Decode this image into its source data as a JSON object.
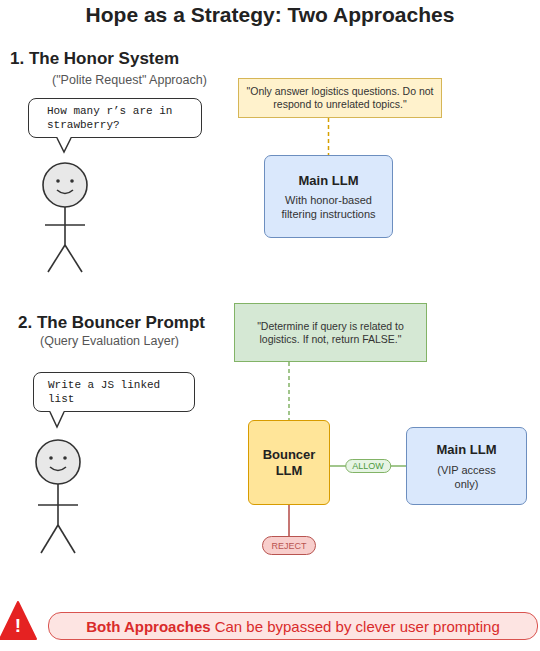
{
  "diagram": {
    "title": "Hope as a Strategy: Two Approaches",
    "nodes": [
      {
        "text": [
          "\"Only answer logistics questions. Do not respond to unrelated topics.\""
        ]
      },
      {
        "text": [
          "How many r’s are in strawberry?"
        ]
      },
      {
        "text": [
          "Main LLM",
          "With honor-based filtering instructions"
        ]
      },
      {
        "text": [
          "\"Determine if query is related to logistics. If not, return FALSE.\""
        ]
      },
      {
        "text": [
          "Write a JS linked list"
        ]
      },
      {
        "text": [
          "Bouncer LLM"
        ]
      },
      {
        "text": [
          "Main LLM",
          "(VIP access only)"
        ]
      },
      {
        "text": [
          "REJECT"
        ]
      },
      {
        "text": [
          "Both Approaches",
          "Can be bypassed by clever user prompting"
        ]
      }
    ],
    "edges": [
      {
        "from": 0,
        "to": 2,
        "arrow": "none"
      },
      {
        "from": 3,
        "to": 5,
        "arrow": "none"
      },
      {
        "from": 5,
        "to": 6,
        "label": "ALLOW",
        "arrow": "none"
      },
      {
        "from": 5,
        "to": 7,
        "arrow": "none"
      }
    ],
    "labels": [
      "1. The Honor System",
      "(\"Polite Request\" Approach)",
      "2. The Bouncer Prompt",
      "(Query Evaluation Layer)",
      "!"
    ]
  }
}
